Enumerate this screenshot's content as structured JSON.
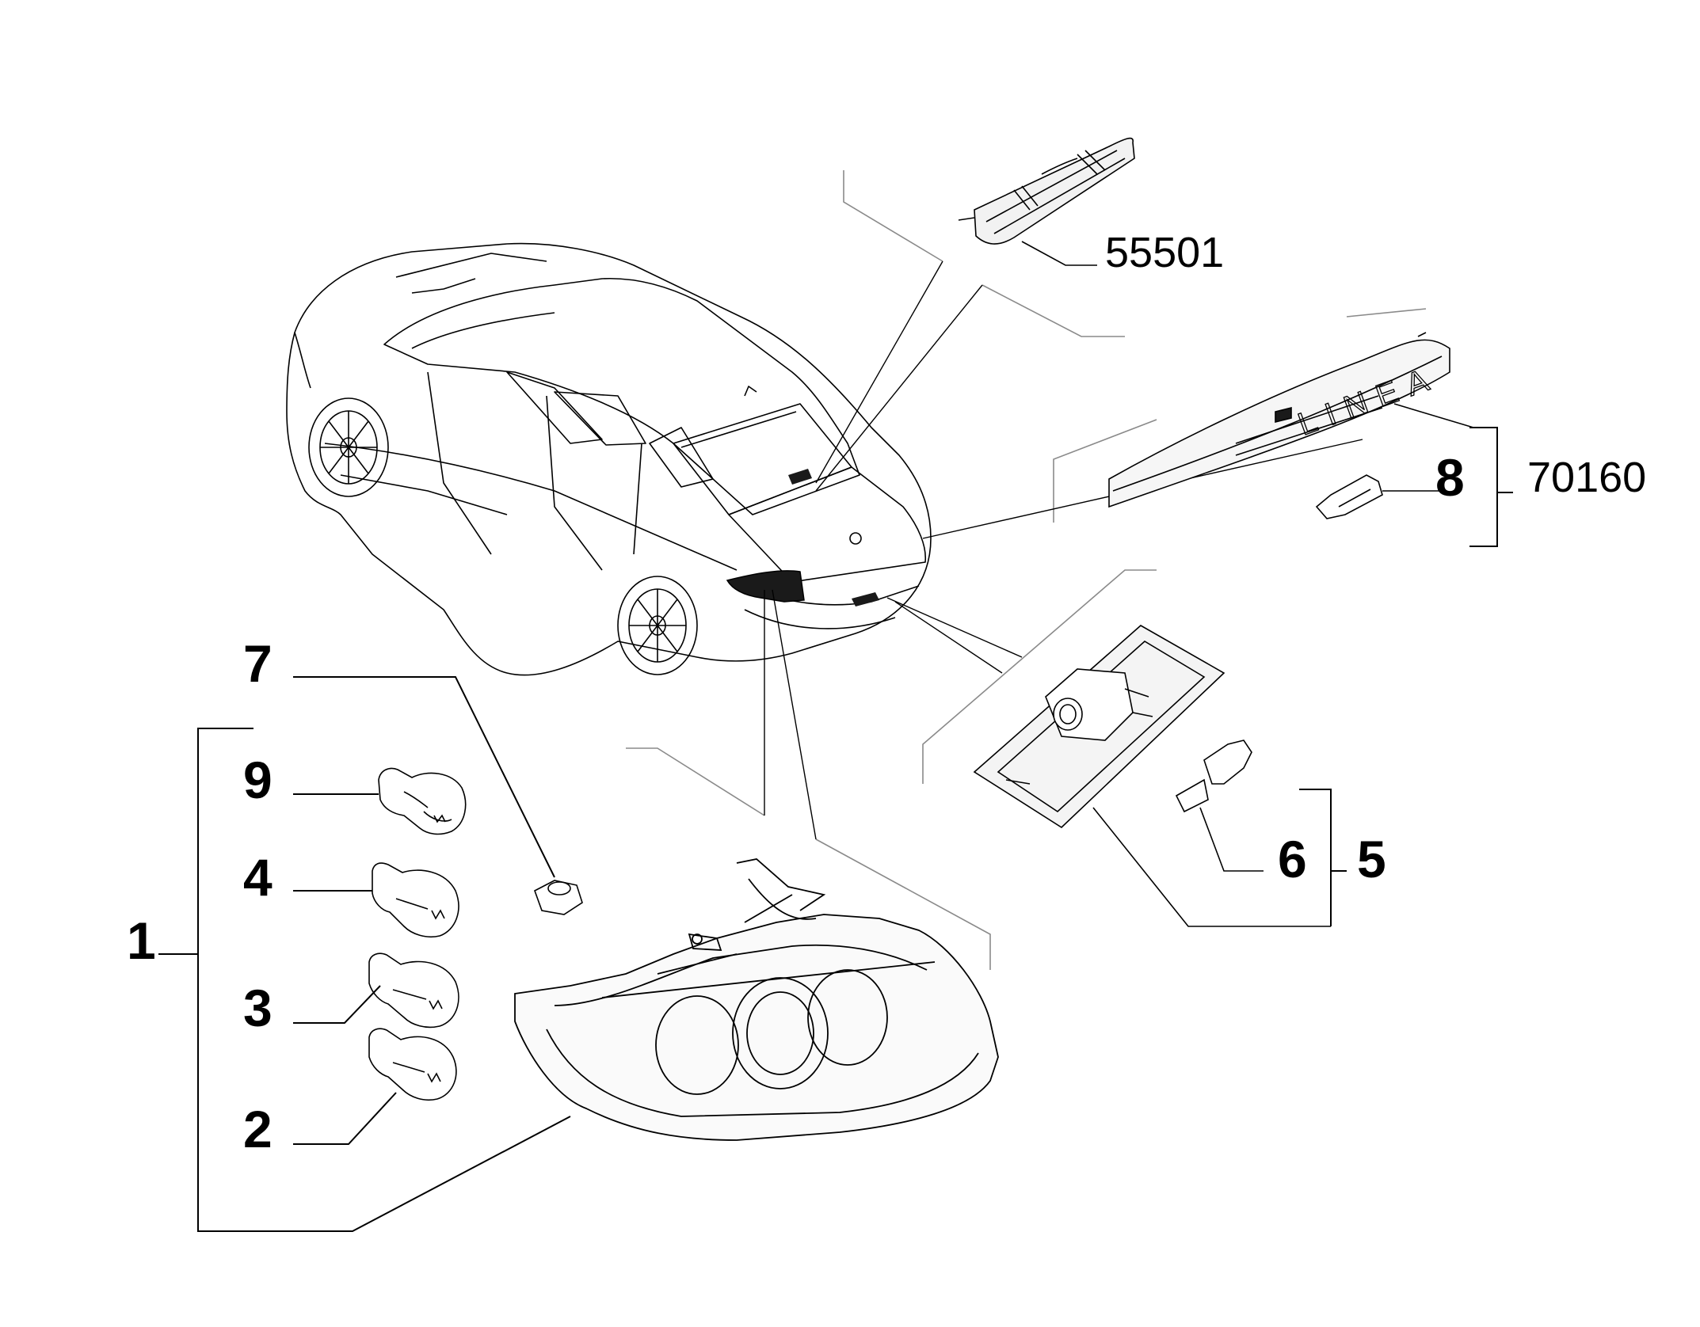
{
  "callouts": {
    "c1": "1",
    "c2": "2",
    "c3": "3",
    "c4": "4",
    "c5": "5",
    "c6": "6",
    "c7": "7",
    "c8": "8",
    "c9": "9",
    "ref_55501": "55501",
    "ref_70160": "70160"
  },
  "trunk_script": "LINEA",
  "colors": {
    "ink": "#000000",
    "light_line": "#8a8a8a",
    "lamp_dark": "#1a1a1a",
    "background": "#ffffff"
  }
}
